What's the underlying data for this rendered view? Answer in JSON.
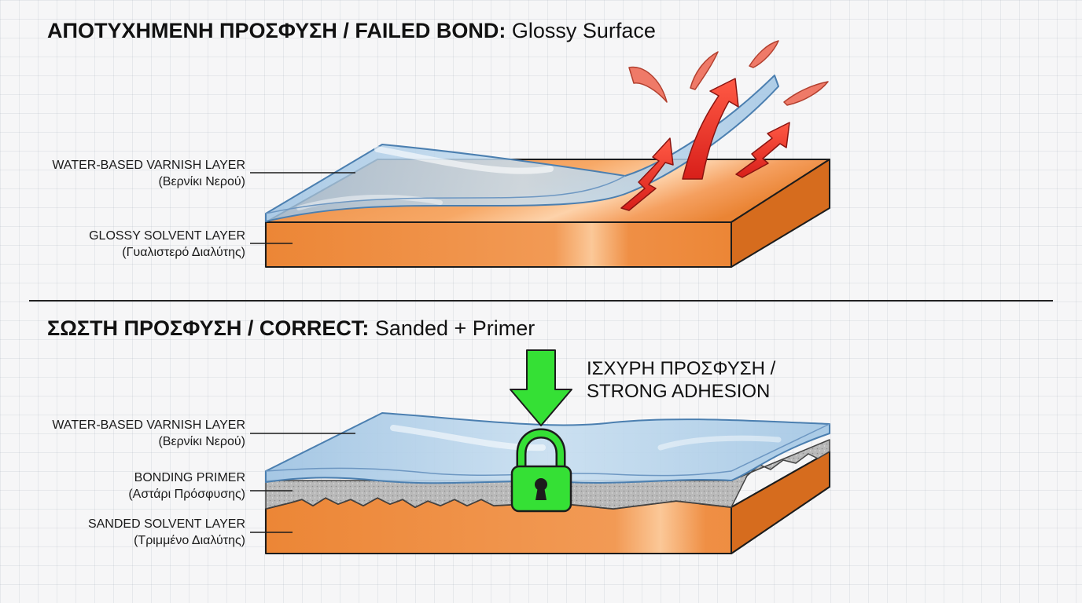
{
  "top": {
    "title_bold": "ΑΠΟΤΥΧΗΜΕΝΗ ΠΡΟΣΦΥΣΗ / FAILED BOND:",
    "title_rest": "Glossy Surface",
    "labels": {
      "varnish": {
        "en": "WATER-BASED VARNISH LAYER",
        "gr": "(Βερνίκι Νερού)"
      },
      "solvent": {
        "en": "GLOSSY SOLVENT LAYER",
        "gr": "(Γυαλιστερό Διαλύτης)"
      }
    }
  },
  "bottom": {
    "title_bold": "ΣΩΣΤΗ ΠΡΟΣΦΥΣΗ / CORRECT:",
    "title_rest": "Sanded + Primer",
    "labels": {
      "varnish": {
        "en": "WATER-BASED VARNISH LAYER",
        "gr": "(Βερνίκι Νερού)"
      },
      "primer": {
        "en": "BONDING PRIMER",
        "gr": "(Αστάρι Πρόσφυσης)"
      },
      "solvent": {
        "en": "SANDED SOLVENT LAYER",
        "gr": "(Τριμμένο Διαλύτης)"
      }
    },
    "adhesion": {
      "line1": "ΙΣΧΥΡΗ ΠΡΟΣΦΥΣΗ /",
      "line2": "STRONG ADHESION"
    }
  },
  "icons": {
    "failure": [
      "red-peel-arrow-icon",
      "red-lightning-arrow-icon",
      "flake-icon"
    ],
    "success": [
      "green-down-arrow-icon",
      "padlock-icon"
    ]
  },
  "colors": {
    "solvent": "#ef8a3a",
    "solvent_side": "#d86e1f",
    "varnish": "#a9cbe6",
    "primer": "#b8b8b8",
    "failure_arrow": "#e8302a",
    "flakes": "#ef7a68",
    "success": "#35e035",
    "outline": "#1c1c1c"
  }
}
